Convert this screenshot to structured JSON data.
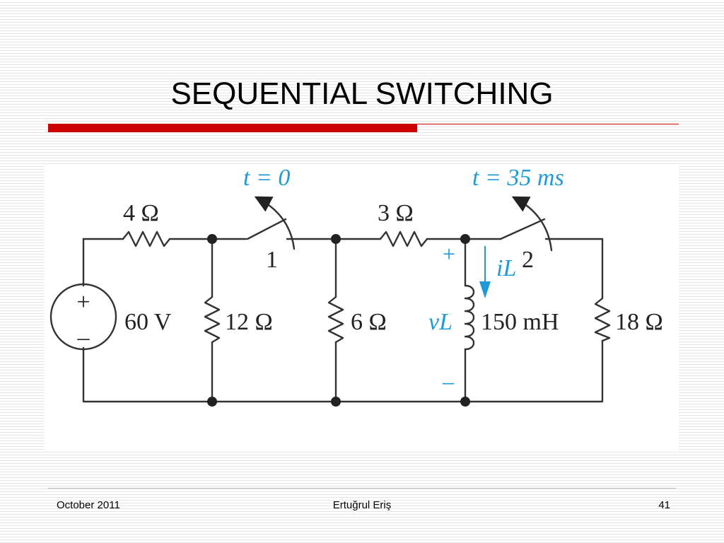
{
  "slide": {
    "title": "SEQUENTIAL SWITCHING",
    "footer_date": "October 2011",
    "footer_author": "Ertuğrul Eriş",
    "page_number": "41"
  },
  "circuit": {
    "source_voltage": "60 V",
    "source_plus": "+",
    "source_minus": "–",
    "r1": "4 Ω",
    "r2": "12 Ω",
    "r3": "6 Ω",
    "r4": "3 Ω",
    "r5": "18 Ω",
    "inductor": "150 mH",
    "switch1_time": "t = 0",
    "switch1_label": "1",
    "switch2_time": "t = 35 ms",
    "switch2_label": "2",
    "current_label": "iL",
    "voltage_label": "vL",
    "v_plus": "+",
    "v_minus": "–",
    "colors": {
      "accent": "#1e9ad6",
      "rule": "#cc0000",
      "wire": "#333333"
    }
  }
}
